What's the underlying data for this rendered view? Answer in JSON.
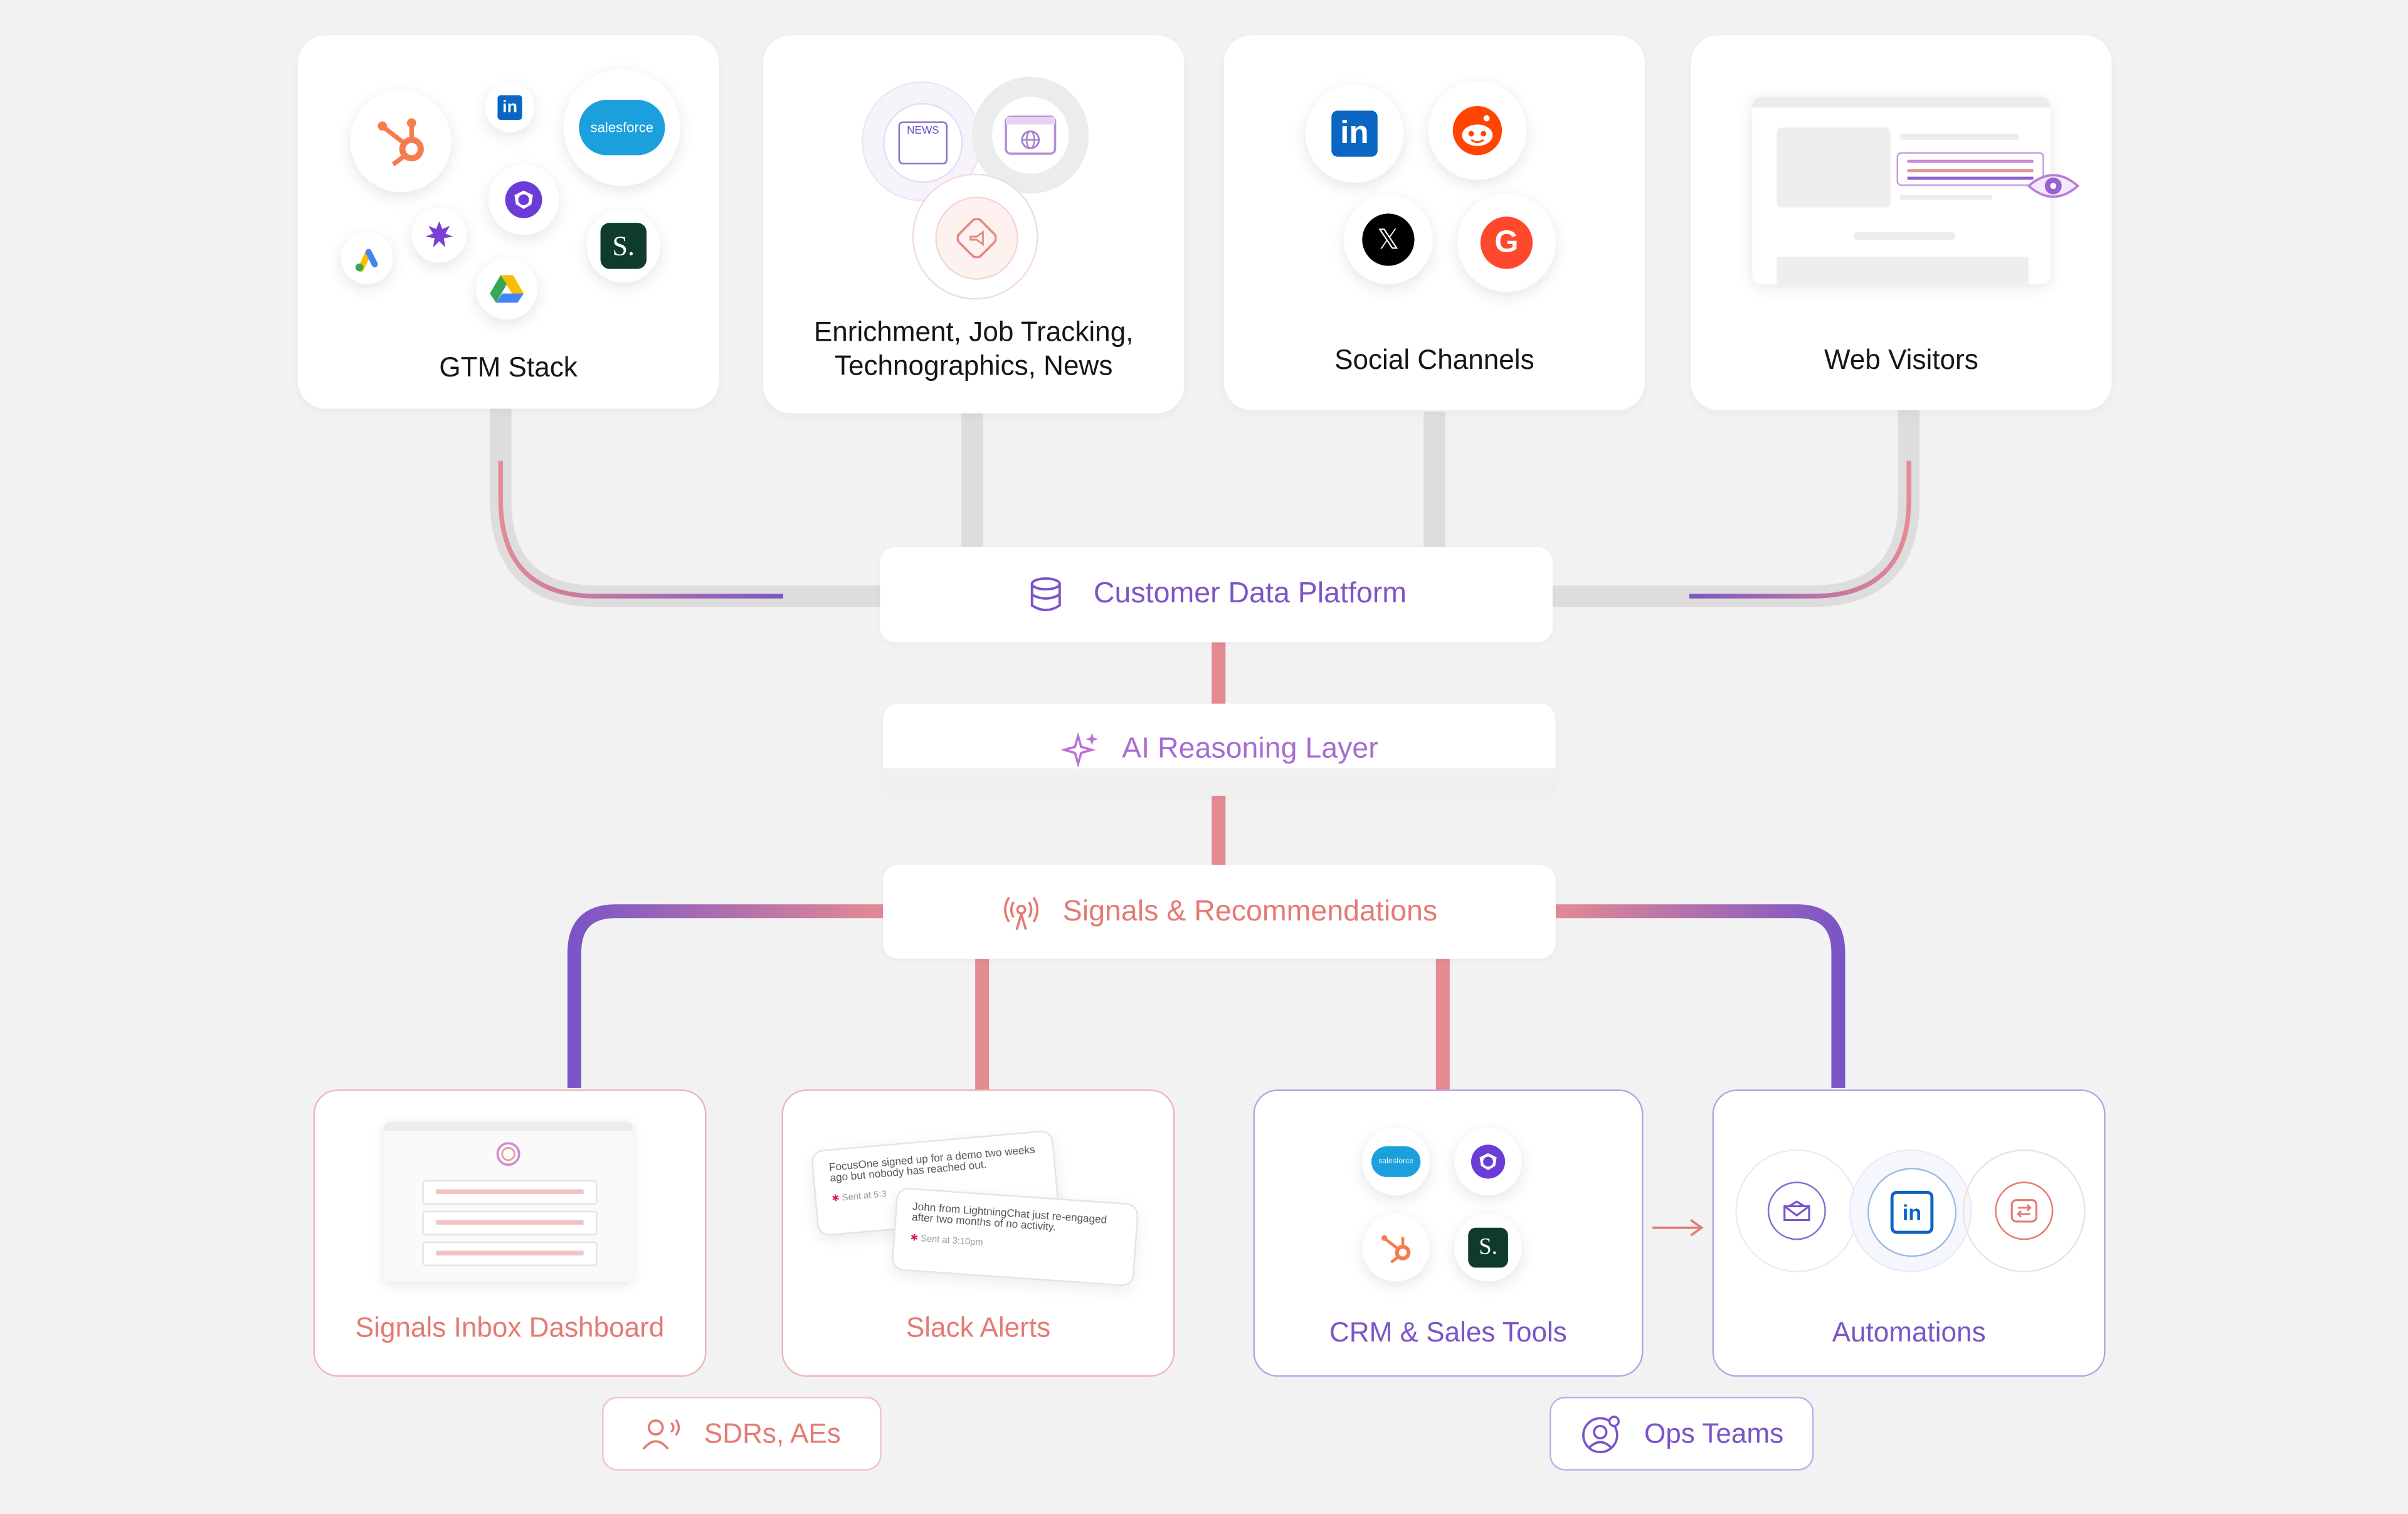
{
  "sources": [
    {
      "title": "GTM Stack"
    },
    {
      "title": "Enrichment, Job Tracking, Technographics, News"
    },
    {
      "title": "Social Channels"
    },
    {
      "title": "Web Visitors"
    }
  ],
  "gtm_stack": {
    "logos": [
      "hubspot-icon",
      "linkedin-icon",
      "salesforce-icon",
      "outreach-icon",
      "google-ads-icon",
      "sparkle-badge-icon",
      "google-drive-icon",
      "s-logo-icon"
    ],
    "salesforce_label": "salesforce",
    "s_label": "S."
  },
  "enrichment": {
    "news_label": "NEWS",
    "icons": [
      "news-icon",
      "globe-icon",
      "megaphone-icon"
    ]
  },
  "social": {
    "icons": [
      "linkedin-icon",
      "reddit-icon",
      "x-icon",
      "g2-icon"
    ],
    "linkedin_label": "in",
    "x_label": "𝕏",
    "g2_label": "G"
  },
  "platform": {
    "cdp": "Customer Data Platform",
    "ai": "AI Reasoning Layer",
    "signals": "Signals & Recommendations"
  },
  "outputs": [
    {
      "title": "Signals Inbox Dashboard"
    },
    {
      "title": "Slack Alerts"
    },
    {
      "title": "CRM & Sales Tools"
    },
    {
      "title": "Automations"
    }
  ],
  "slack": {
    "msg1": "FocusOne signed up for a demo two weeks ago but nobody has reached out.",
    "sent1": "Sent at 5:3",
    "msg2": "John from LightningChat just re-engaged after two months of no activity.",
    "sent2": "Sent at 3:10pm"
  },
  "crm": {
    "salesforce_label": "salesforce",
    "s_label": "S."
  },
  "automations": {
    "icons": [
      "email-icon",
      "linkedin-icon",
      "workflow-icon"
    ],
    "linkedin_label": "in"
  },
  "roles": {
    "sales": "SDRs, AEs",
    "ops": "Ops Teams"
  },
  "colors": {
    "purple": "#7b55c7",
    "pink": "#e48a93",
    "coral": "#e37b73",
    "magenta": "#cf5fb8",
    "gray_line": "#dedcdc"
  }
}
